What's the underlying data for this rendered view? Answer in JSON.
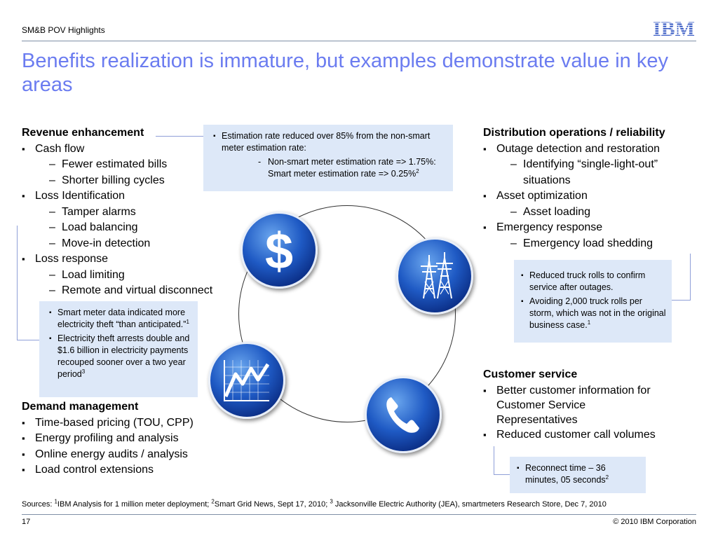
{
  "header": {
    "label": "SM&B POV Highlights",
    "logo_text": "IBM"
  },
  "title": "Benefits realization is immature, but examples demonstrate value in key areas",
  "left_column": {
    "revenue": {
      "heading": "Revenue enhancement",
      "items": [
        {
          "label": "Cash flow",
          "subs": [
            "Fewer estimated bills",
            "Shorter billing cycles"
          ]
        },
        {
          "label": "Loss Identification",
          "subs": [
            "Tamper alarms",
            "Load balancing",
            "Move-in detection"
          ]
        },
        {
          "label": "Loss response",
          "subs": [
            "Load limiting",
            "Remote and virtual disconnect"
          ]
        }
      ]
    },
    "demand": {
      "heading": "Demand management",
      "items": [
        "Time-based pricing (TOU, CPP)",
        "Energy profiling and analysis",
        "Online energy audits / analysis",
        "Load control extensions"
      ]
    }
  },
  "right_column": {
    "distribution": {
      "heading": "Distribution operations / reliability",
      "items": [
        {
          "label": "Outage detection and restoration",
          "subs": [
            "Identifying “single-light-out” situations"
          ]
        },
        {
          "label": "Asset optimization",
          "subs": [
            "Asset loading"
          ]
        },
        {
          "label": "Emergency response",
          "subs": [
            "Emergency load shedding"
          ]
        }
      ]
    },
    "customer": {
      "heading": "Customer service",
      "items": [
        "Better customer information for Customer Service Representatives",
        "Reduced customer call volumes"
      ]
    }
  },
  "callouts": {
    "estimation": {
      "bullet": "Estimation rate reduced over 85% from the non-smart meter estimation rate:",
      "sub": "Non-smart meter estimation rate => 1.75%: Smart meter estimation rate => 0.25%",
      "sub_sup": "2"
    },
    "theft": {
      "bullet1": "Smart meter data indicated more electricity theft “than anticipated.”",
      "bullet1_sup": "1",
      "bullet2": "Electricity theft arrests double and $1.6 billion in electricity payments recouped sooner over a two year period",
      "bullet2_sup": "3"
    },
    "truck": {
      "bullet1": "Reduced truck rolls to confirm service after outages.",
      "bullet2": "Avoiding 2,000 truck rolls per storm, which was not in the original business case.",
      "bullet2_sup": "1"
    },
    "reconnect": {
      "bullet": "Reconnect time – 36 minutes, 05 seconds",
      "sup": "2"
    }
  },
  "icons": [
    "dollar-icon",
    "power-tower-icon",
    "chart-icon",
    "phone-icon"
  ],
  "colors": {
    "title": "#6b7cf0",
    "callout_bg": "#dde8f8",
    "icon_blue": "#1f5ac4",
    "logo_blue": "#3a5cc4"
  },
  "footer": {
    "sources_prefix": "Sources: ",
    "s1_sup": "1",
    "s1": "IBM Analysis for 1 million meter deployment; ",
    "s2_sup": "2",
    "s2": "Smart Grid News, Sept 17, 2010; ",
    "s3_sup": "3",
    "s3": " Jacksonville Electric Authority (JEA), smartmeters Research Store, Dec 7, 2010",
    "page": "17",
    "copyright": "© 2010 IBM Corporation"
  }
}
